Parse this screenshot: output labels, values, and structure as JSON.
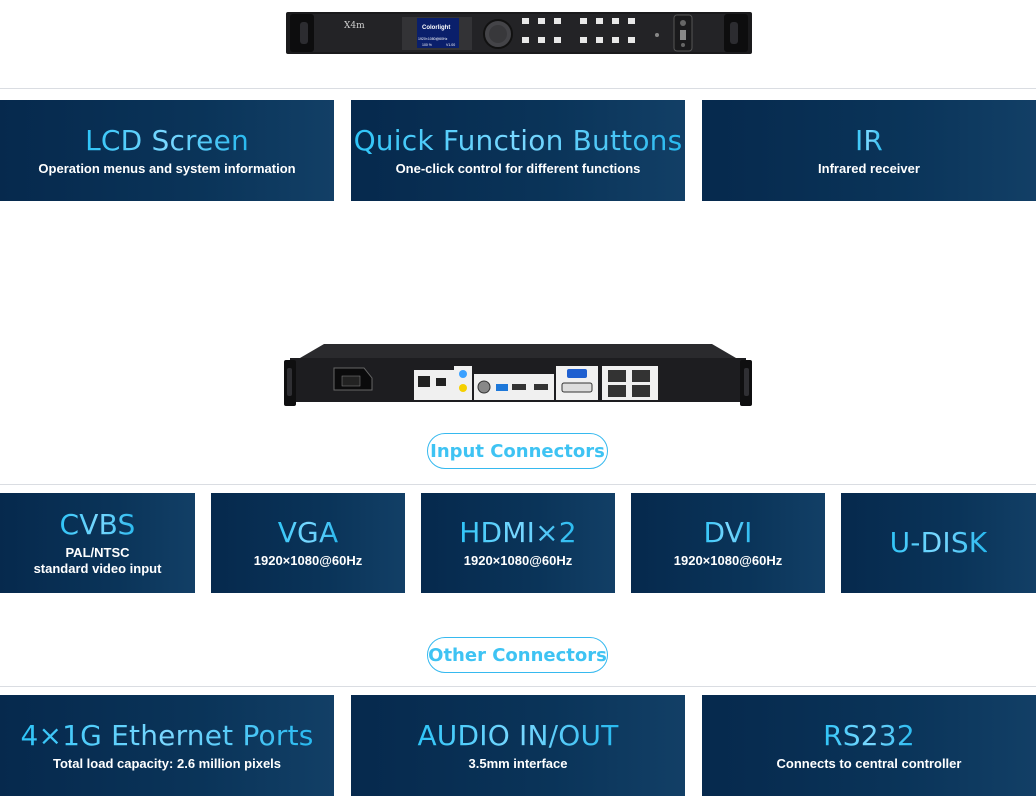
{
  "front_device": {
    "model": "X4m",
    "brand_screen": "Colorlight",
    "screen_line1": "1920×1080@60Hz",
    "screen_line2": "100 %",
    "screen_version": "V1.00"
  },
  "features": [
    {
      "title": "LCD Screen",
      "subtitle": "Operation menus and system information"
    },
    {
      "title": "Quick Function Buttons",
      "subtitle": "One-click control for different functions"
    },
    {
      "title": "IR",
      "subtitle": "Infrared receiver"
    }
  ],
  "input_section": {
    "label": "Input Connectors",
    "cards": [
      {
        "title": "CVBS",
        "subtitle_line1": "PAL/NTSC",
        "subtitle_line2": "standard video input"
      },
      {
        "title": "VGA",
        "subtitle": "1920×1080@60Hz"
      },
      {
        "title": "HDMI×2",
        "subtitle": "1920×1080@60Hz"
      },
      {
        "title": "DVI",
        "subtitle": "1920×1080@60Hz"
      },
      {
        "title": "U-DISK"
      }
    ]
  },
  "other_section": {
    "label": "Other Connectors",
    "cards": [
      {
        "title": "4×1G Ethernet Ports",
        "subtitle": "Total load capacity: 2.6 million pixels"
      },
      {
        "title": "AUDIO IN/OUT",
        "subtitle": "3.5mm interface"
      },
      {
        "title": "RS232",
        "subtitle": "Connects to central controller"
      }
    ]
  },
  "colors": {
    "card_bg": "#06294d",
    "title_cyan": "#2ec4f7",
    "pill_border": "#36b9ef"
  }
}
